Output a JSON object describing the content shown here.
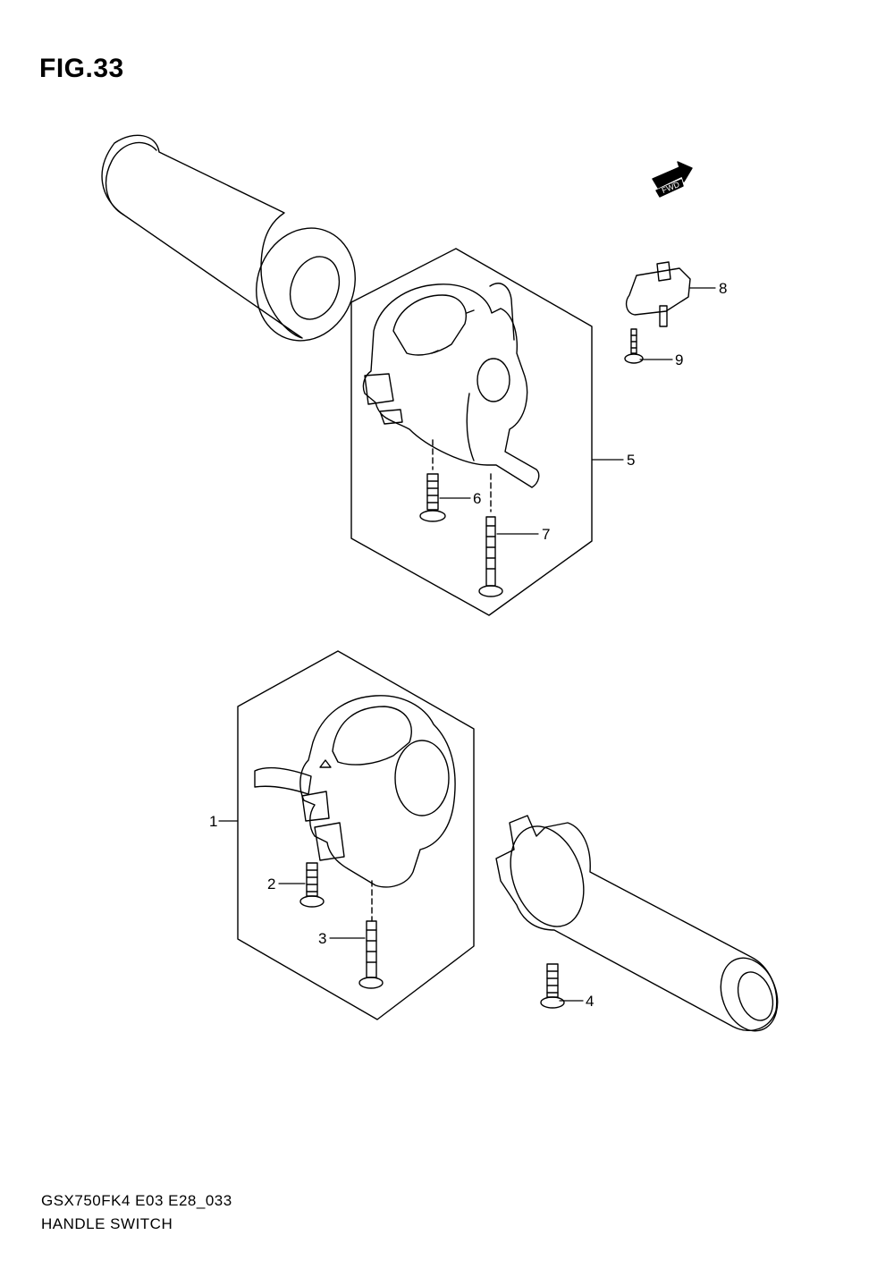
{
  "figure": {
    "title": "FIG.33",
    "direction_badge": "FWD",
    "code": "GSX750FK4 E03 E28_033",
    "name": "HANDLE SWITCH"
  },
  "callouts": [
    {
      "id": "1",
      "label": "1"
    },
    {
      "id": "2",
      "label": "2"
    },
    {
      "id": "3",
      "label": "3"
    },
    {
      "id": "4",
      "label": "4"
    },
    {
      "id": "5",
      "label": "5"
    },
    {
      "id": "6",
      "label": "6"
    },
    {
      "id": "7",
      "label": "7"
    },
    {
      "id": "8",
      "label": "8"
    },
    {
      "id": "9",
      "label": "9"
    }
  ],
  "colors": {
    "line": "#000000",
    "background": "#ffffff"
  }
}
